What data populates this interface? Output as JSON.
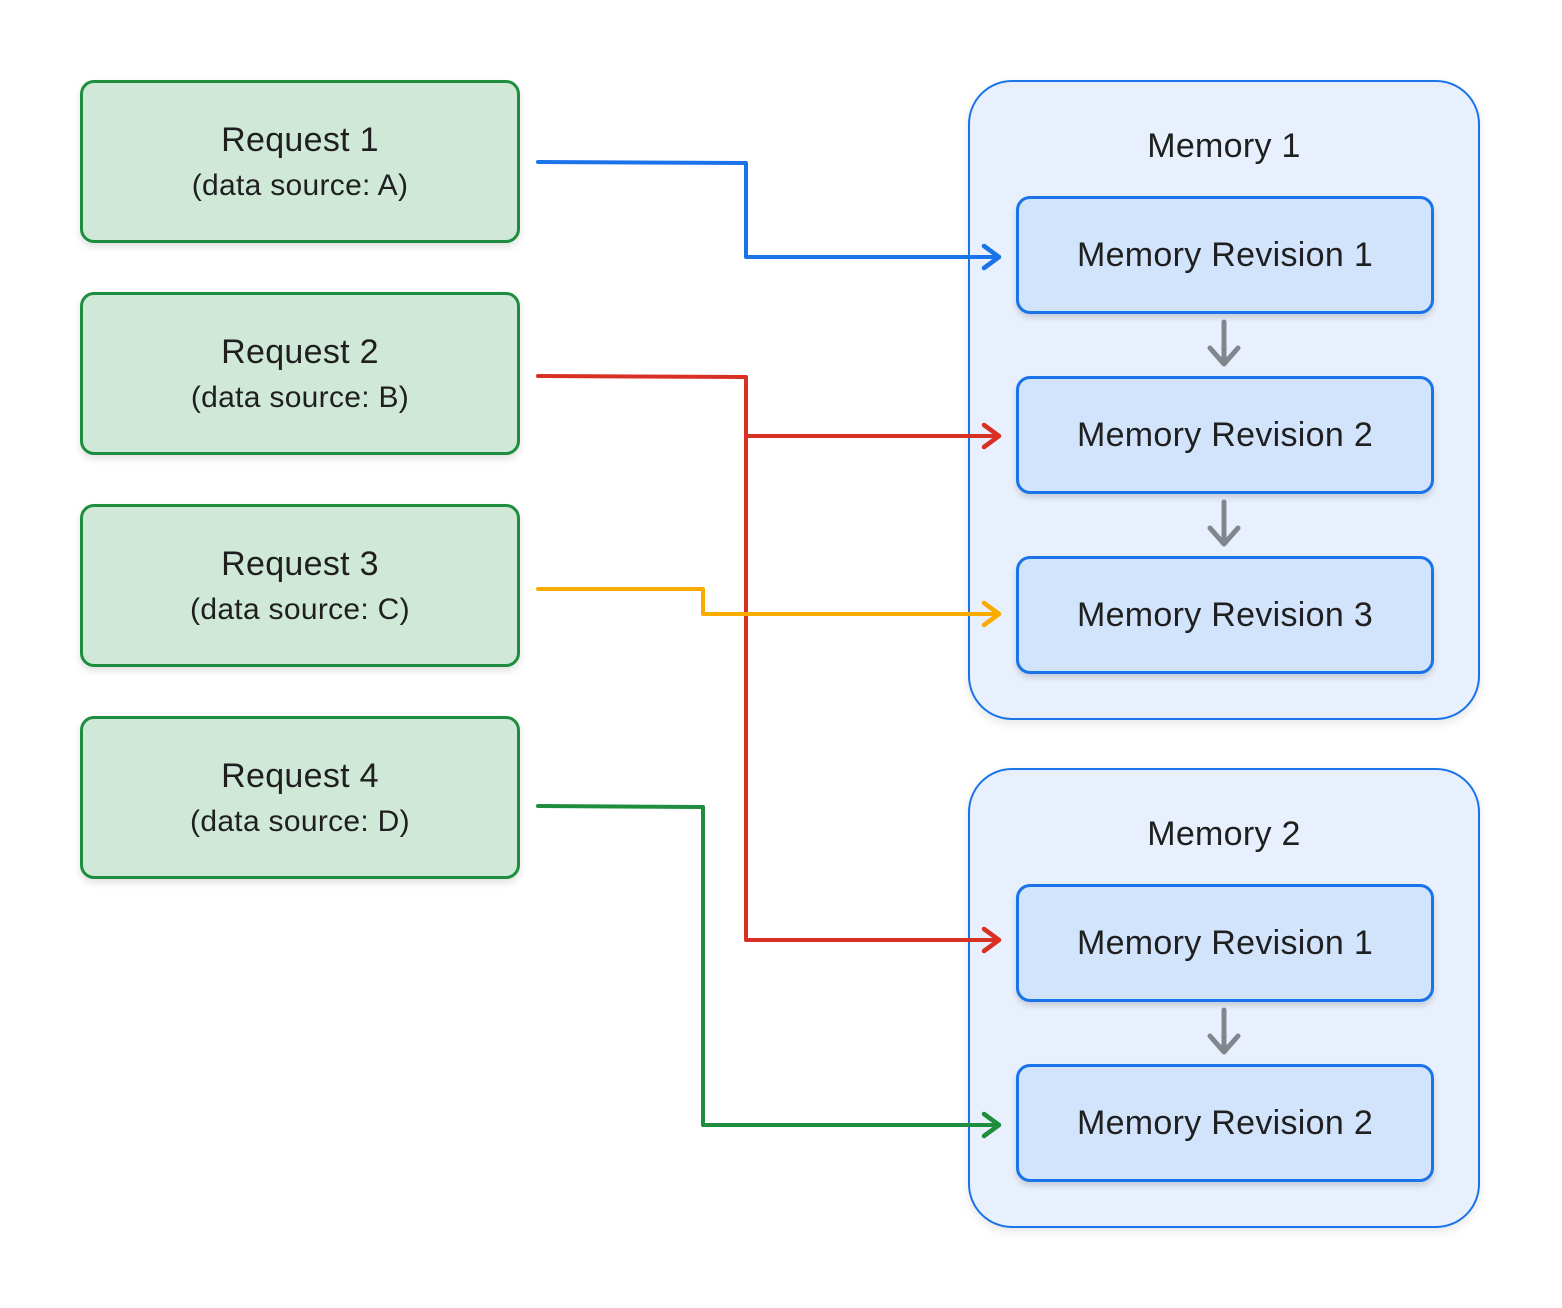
{
  "requests": [
    {
      "title": "Request 1",
      "source": "(data source: A)"
    },
    {
      "title": "Request 2",
      "source": "(data source: B)"
    },
    {
      "title": "Request 3",
      "source": "(data source: C)"
    },
    {
      "title": "Request 4",
      "source": "(data source: D)"
    }
  ],
  "memories": [
    {
      "title": "Memory 1",
      "revisions": [
        "Memory Revision 1",
        "Memory Revision 2",
        "Memory Revision 3"
      ]
    },
    {
      "title": "Memory 2",
      "revisions": [
        "Memory Revision 1",
        "Memory Revision 2"
      ]
    }
  ],
  "colors": {
    "request_fill": "#cfe8d8",
    "request_border": "#1e8e3e",
    "memory_fill": "#e8f0fd",
    "memory_border": "#1a73e8",
    "revision_fill": "#d2e3fc",
    "link_request_1": "#1a73e8",
    "link_request_2": "#d93025",
    "link_request_3": "#f9ab00",
    "link_request_4": "#1e8e3e",
    "revision_step_arrow": "#80868b"
  }
}
